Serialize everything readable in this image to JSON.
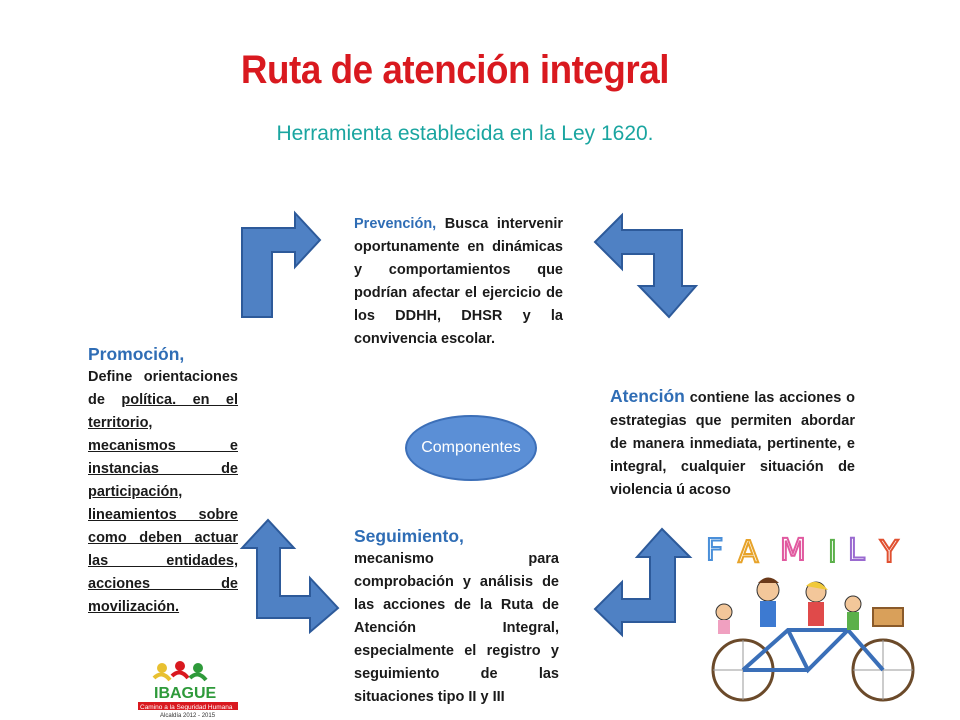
{
  "title": "Ruta de atención integral",
  "subtitle": "Herramienta establecida en la Ley 1620.",
  "center_label": "Componentes",
  "prevencion": {
    "heading": "Prevención,",
    "text": " Busca intervenir oportunamente en dinámicas y comportamientos que podrían afectar el ejercicio de los DDHH, DHSR y la convivencia escolar."
  },
  "promocion": {
    "heading": "Promoción,",
    "text_plain": "Define orientaciones de",
    "text_underlined": "política. en el territorio, mecanismos e instancias de participación, lineamientos sobre como deben actuar las entidades, acciones de movilización."
  },
  "atencion": {
    "heading": "Atención",
    "text": " contiene las acciones o estrategias que permiten abordar de manera inmediata, pertinente, e integral, cualquier situación de violencia ú acoso"
  },
  "seguimiento": {
    "heading": "Seguimiento,",
    "text": "mecanismo para comprobación y análisis de las acciones de la Ruta de Atención Integral, especialmente el registro y seguimiento de las situaciones tipo II y III"
  },
  "illustration": {
    "word": "FAMILY"
  },
  "logo": {
    "name": "IBAGUE",
    "slogan": "Camino a la Seguridad Humana",
    "footer": "Alcaldía 2012 - 2015"
  },
  "colors": {
    "title": "#d9191f",
    "subtitle": "#1aa5a0",
    "heading": "#2f6db5",
    "arrow_fill": "#4f81c4",
    "arrow_stroke": "#2d5a9a",
    "ellipse": "#5b8fd6"
  }
}
